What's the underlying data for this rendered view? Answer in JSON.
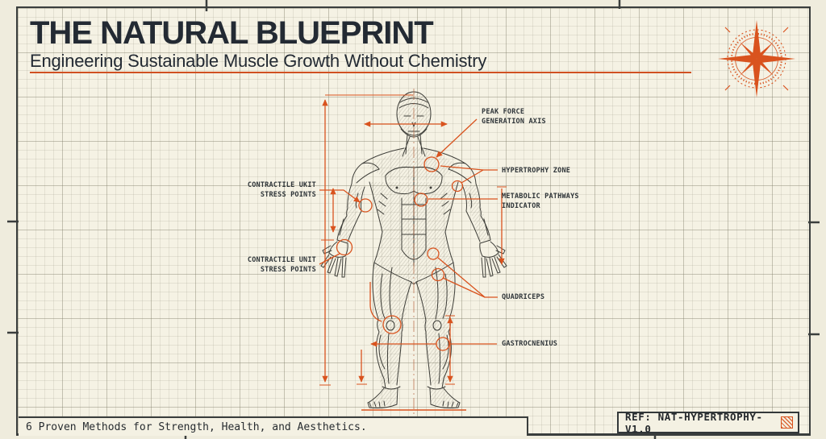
{
  "header": {
    "title": "THE NATURAL BLUEPRINT",
    "subtitle": "Engineering Sustainable Muscle Growth Without Chemistry"
  },
  "callouts": {
    "peak_force": [
      "PEAK FORCE",
      "GENERATION AXIS"
    ],
    "hypertrophy_zone": [
      "HYPERTROPHY ZONE"
    ],
    "metabolic": [
      "METABOLIC PATHWAYS",
      "INDICATOR"
    ],
    "contractile_upper": [
      "CONTRACTILE UKIT",
      "STRESS POINTS"
    ],
    "contractile_lower": [
      "CONTRACTILE UNIT",
      "STRESS POINTS"
    ],
    "quadriceps": [
      "QUADRICEPS"
    ],
    "gastrocnemius": [
      "GASTROCNENIUS"
    ]
  },
  "footer": {
    "note": "6 Proven Methods for Strength, Health, and Aesthetics.",
    "ref": "REF: NAT-HYPERTROPHY-V1.0"
  },
  "icons": {
    "compass_rose": "compass-rose",
    "ref_swatch": "hatch-swatch"
  },
  "colors": {
    "accent": "#d9531e",
    "ink": "#232a33",
    "paper": "#f5f2e4",
    "frame": "#3a3e3d"
  }
}
